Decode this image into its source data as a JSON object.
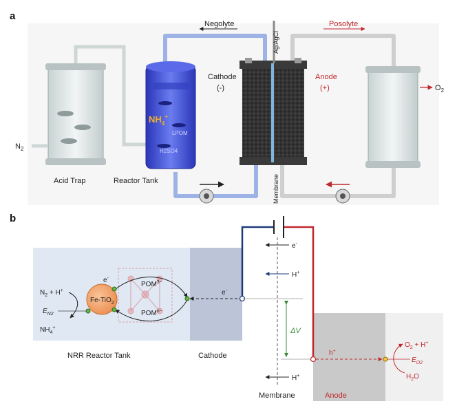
{
  "panel_a": {
    "tag": "a",
    "acid_trap": "Acid Trap",
    "reactor_tank": "Reactor Tank",
    "n2_in": "N",
    "n2_sub": "2",
    "negolyte": "Negolyte",
    "posolyte": "Posolyte",
    "ref_electrode": "Ag/AgCl",
    "cathode": "Cathode",
    "cathode_sign": "(-)",
    "anode": "Anode",
    "anode_sign": "(+)",
    "o2_out": "O",
    "o2_sub": "2",
    "membrane": "Membrane",
    "nh4": "NH",
    "nh4_sup": "+",
    "nh4_sub": "4",
    "tank_lpom": "LPOM",
    "tank_h2so4": "H2SO4"
  },
  "panel_b": {
    "tag": "b",
    "n2_h": "N",
    "n2_h_sub": "2",
    "n2_h_rest": " + H",
    "n2_h_sup": "+",
    "en2": "E",
    "en2_sub": "N2",
    "nh4": "NH",
    "nh4_sub": "4",
    "nh4_sup": "+",
    "catalyst": "Fe-TiO",
    "catalyst_sub": "2",
    "electron": "e",
    "electron_sup": "-",
    "pom_ox": "POM",
    "pom_ox_sup": "3−",
    "pom_red": "POM",
    "pom_red_sup": "n−",
    "reactor_label": "NRR Reactor Tank",
    "cathode_label": "Cathode",
    "hplus": "H",
    "hplus_sup": "+",
    "delta_v": "ΔV",
    "hole": "h",
    "hole_sup": "+",
    "o2_h": "O",
    "o2_h_sub": "2",
    "o2_h_rest": " + H",
    "o2_h_sup": "+",
    "eo2": "E",
    "eo2_sub": "O2",
    "h2o": "H",
    "h2o_sub": "2",
    "h2o_rest": "O",
    "membrane_label": "Membrane",
    "anode_label": "Anode"
  },
  "colors": {
    "negolyte_line": "#8fa8e0",
    "posolyte_line": "#c9c9c9",
    "cathode_wire": "#1f3b7a",
    "anode_wire": "#c0272d",
    "reactor_fill": "#dbe6f3",
    "catalyst_fill": "#f2a36b",
    "tank_blue": "#3a52d6",
    "delta_v": "#3a8a3a"
  }
}
